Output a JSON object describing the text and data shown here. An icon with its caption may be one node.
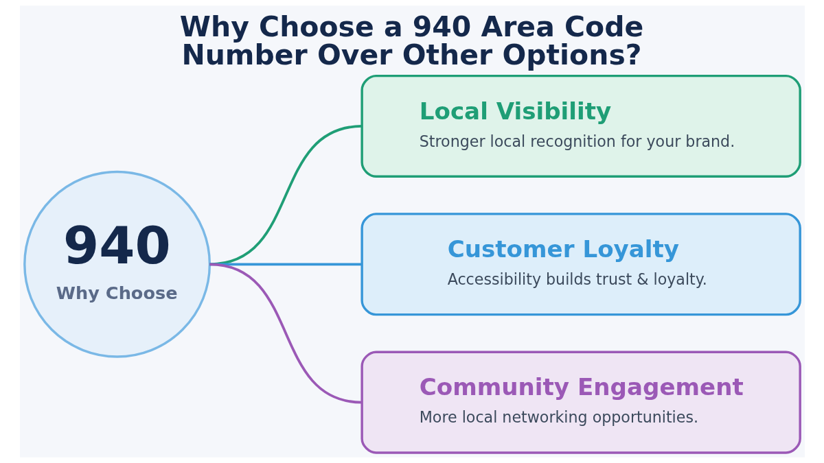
{
  "diagram": {
    "title": "Why Choose a 940 Area Code Number Over Other Options?",
    "nodes": [
      {
        "text": [
          "940",
          "Why Choose"
        ]
      },
      {
        "text": [
          "Local Visibility",
          "Stronger local recognition for your brand."
        ]
      },
      {
        "text": [
          "Customer Loyalty",
          "Accessibility builds trust & loyalty."
        ]
      },
      {
        "text": [
          "Community Engagement",
          "More local networking opportunities."
        ]
      }
    ],
    "edges": [
      {
        "from": 0,
        "to": 1,
        "arrow": "none",
        "color": "#1f9e76"
      },
      {
        "from": 0,
        "to": 2,
        "arrow": "none",
        "color": "#3696d8"
      },
      {
        "from": 0,
        "to": 3,
        "arrow": "none",
        "color": "#9b59b6"
      }
    ]
  }
}
